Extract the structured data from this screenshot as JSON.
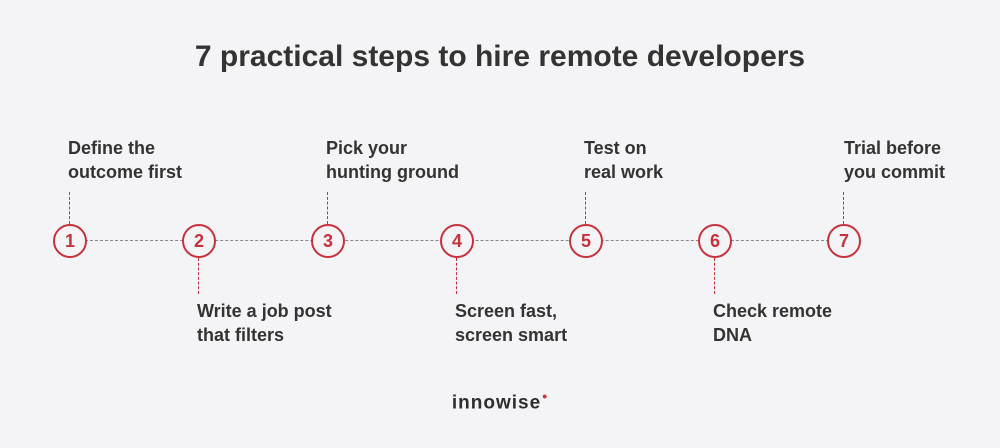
{
  "title": "7 practical steps to hire remote developers",
  "steps": [
    {
      "number": "1",
      "line1": "Define the",
      "line2": "outcome first"
    },
    {
      "number": "2",
      "line1": "Write a job post",
      "line2": "that filters"
    },
    {
      "number": "3",
      "line1": "Pick your",
      "line2": "hunting ground"
    },
    {
      "number": "4",
      "line1": "Screen fast,",
      "line2": "screen smart"
    },
    {
      "number": "5",
      "line1": "Test on",
      "line2": "real work"
    },
    {
      "number": "6",
      "line1": "Check remote",
      "line2": "DNA"
    },
    {
      "number": "7",
      "line1": "Trial before",
      "line2": "you commit"
    }
  ],
  "brand": {
    "name": "innowise",
    "mark": "•"
  },
  "colors": {
    "accent": "#c8323d",
    "text": "#333333",
    "background": "#f4f4f6",
    "line": "#888888"
  }
}
